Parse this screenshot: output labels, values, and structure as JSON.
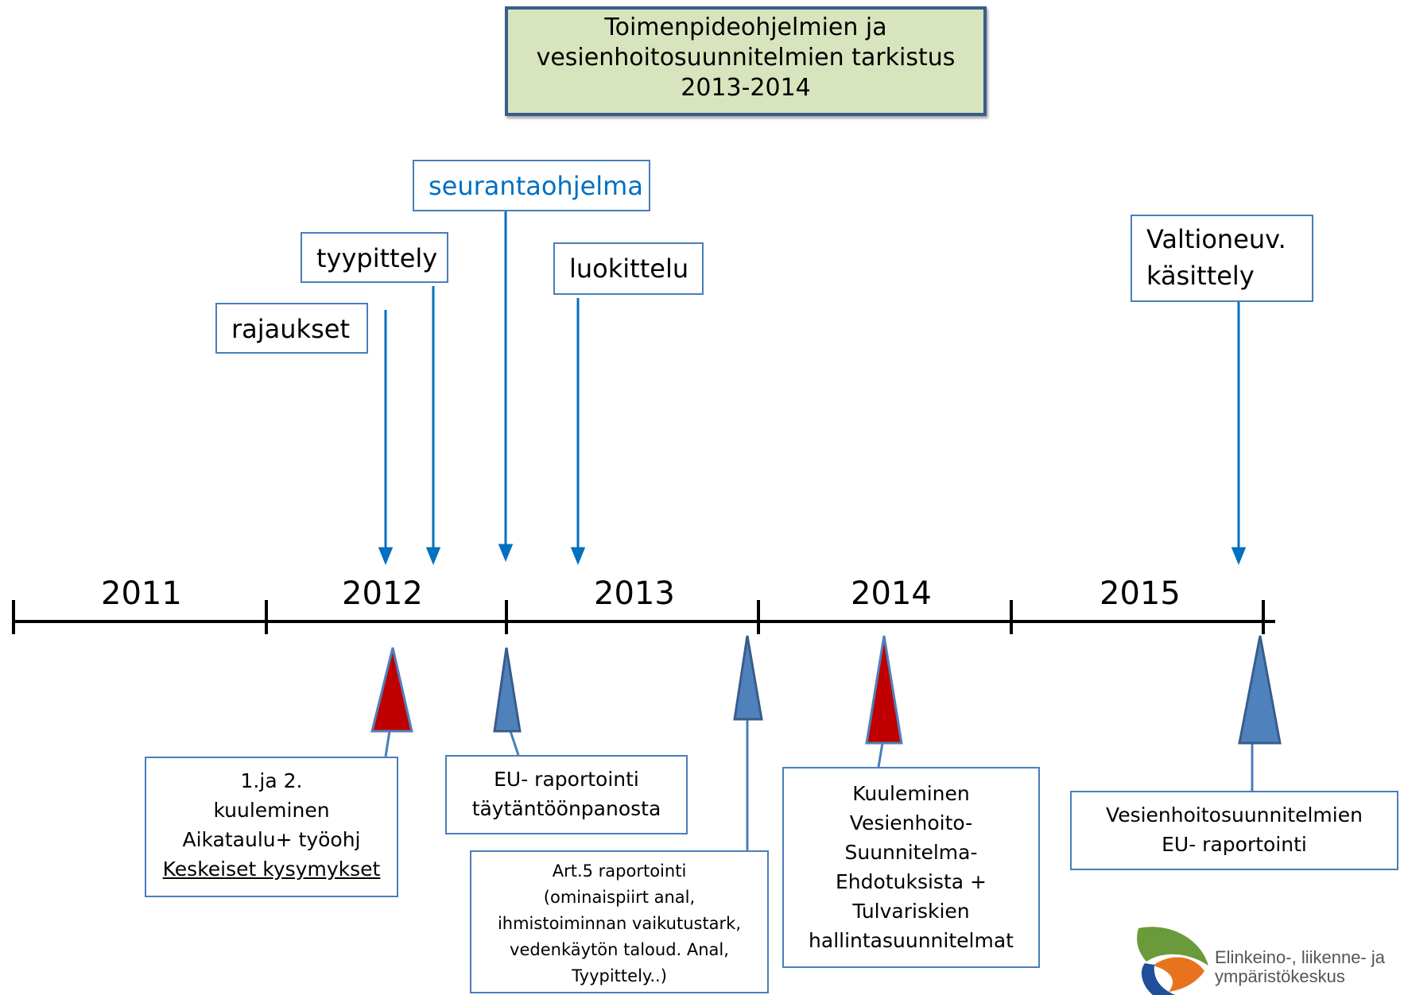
{
  "title": {
    "line1": "Toimenpideohjelmien ja",
    "line2": "vesienhoitosuunnitelmien tarkistus",
    "line3": "2013-2014"
  },
  "top_labels": {
    "rajaukset": "rajaukset",
    "tyypittely": "tyypittely",
    "seurantaohjelma": "seurantaohjelma",
    "luokittelu": "luokittelu",
    "valtioneuv_line1": "Valtioneuv.",
    "valtioneuv_line2": "käsittely"
  },
  "years": [
    "2011",
    "2012",
    "2013",
    "2014",
    "2015"
  ],
  "bottom_labels": {
    "kuuleminen1": {
      "line1": "1.ja 2.",
      "line2": "kuuleminen",
      "line3": "Aikataulu+ työohj",
      "line4": "Keskeiset kysymykset"
    },
    "eu_raportointi": {
      "line1": "EU- raportointi",
      "line2": "täytäntöönpanosta"
    },
    "art5": {
      "line1": "Art.5 raportointi",
      "line2": "(ominaispiirt anal,",
      "line3": "ihmistoiminnan vaikutustark,",
      "line4": "vedenkäytön taloud. Anal,",
      "line5": "Tyypittely..)"
    },
    "kuuleminen2": {
      "line1": "Kuuleminen",
      "line2": "Vesienhoito-",
      "line3": "Suunnitelma-",
      "line4": "Ehdotuksista +",
      "line5": "Tulvariskien",
      "line6": "hallintasuunnitelmat"
    },
    "vhs_eu": {
      "line1": "Vesienhoitosuunnitelmien",
      "line2": "EU- raportointi"
    }
  },
  "logo": {
    "line1": "Elinkeino-, liikenne- ja",
    "line2": "ympäristökeskus"
  },
  "colors": {
    "arrow_blue": "#0070c0",
    "triangle_red": "#c00000",
    "triangle_blue": "#4f81bd",
    "box_border": "#4a7ebb",
    "title_fill": "#d7e4bd",
    "title_border": "#385d8a"
  }
}
